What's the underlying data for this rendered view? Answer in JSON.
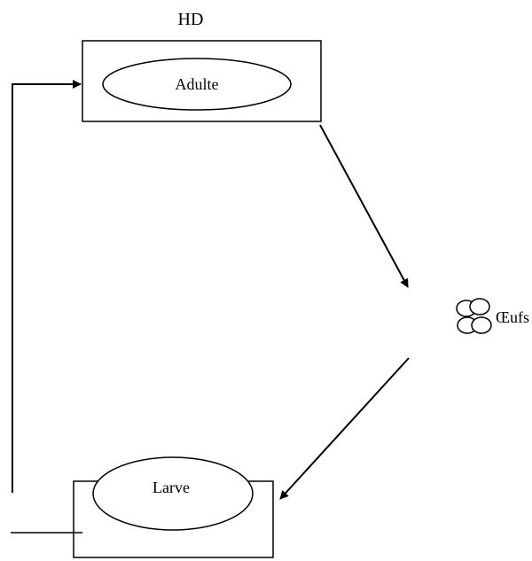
{
  "diagram": {
    "host_label": "HD",
    "adult_label": "Adulte",
    "eggs_label": "Œufs",
    "larva_label": "Larve"
  }
}
